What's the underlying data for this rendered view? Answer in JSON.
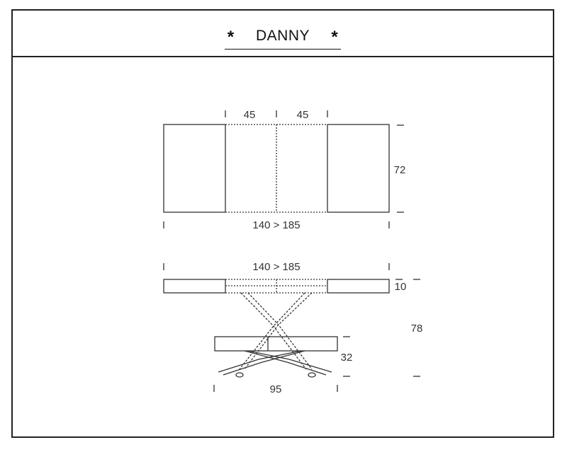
{
  "header": {
    "star_left": "*",
    "title": "DANNY",
    "star_right": "*"
  },
  "top_view": {
    "dim_extension_left": "45",
    "dim_extension_right": "45",
    "dim_depth": "72",
    "dim_length": "140 > 185"
  },
  "side_view": {
    "dim_length": "140 > 185",
    "dim_top_thickness": "10",
    "dim_total_height": "78",
    "dim_low_height": "32",
    "dim_base_width": "95"
  }
}
